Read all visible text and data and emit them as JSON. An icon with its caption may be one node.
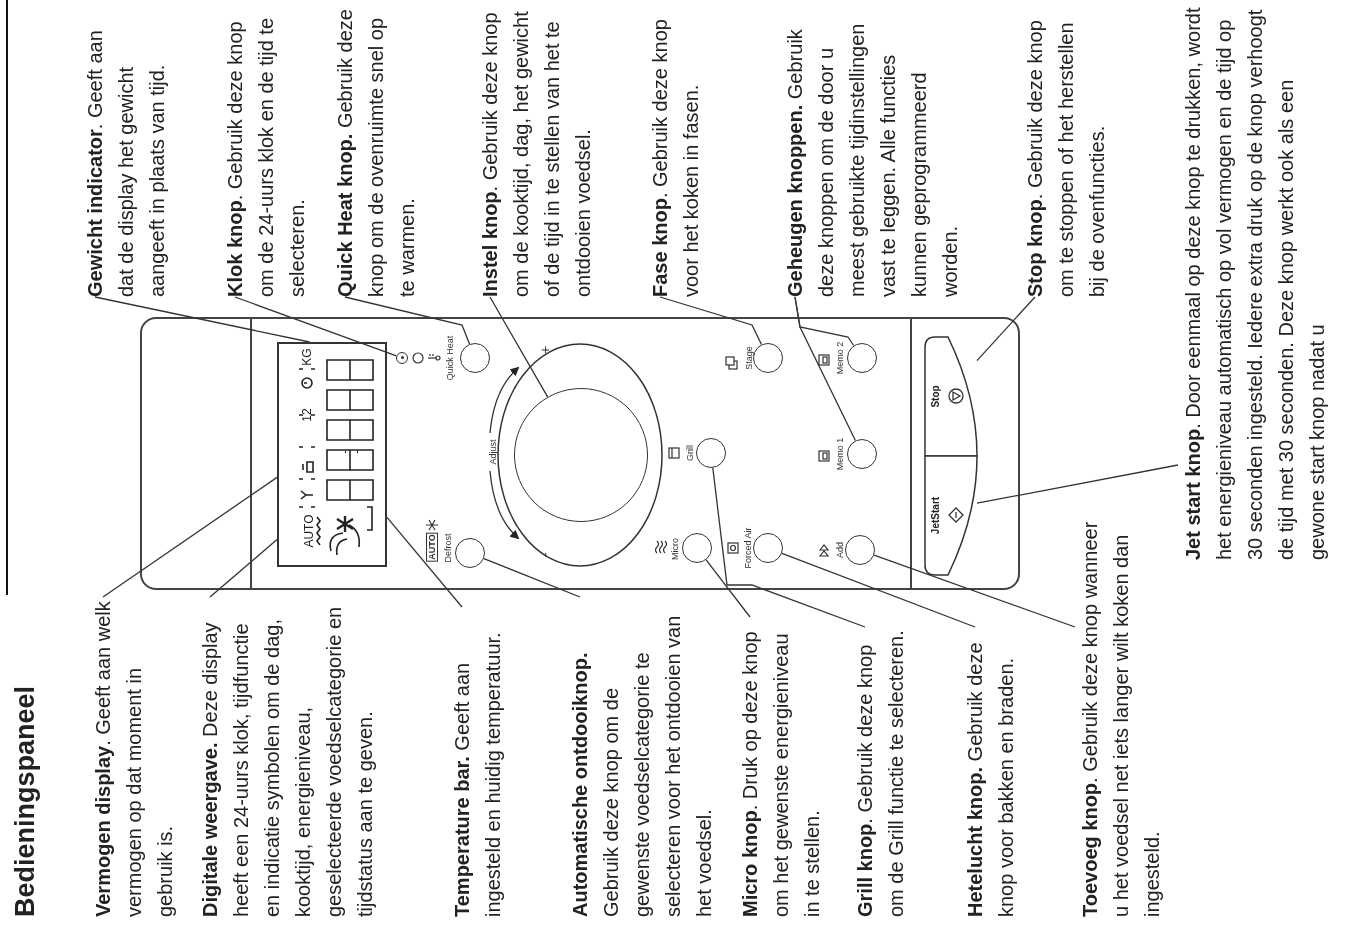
{
  "diagram": {
    "title": "Bedieningspaneel",
    "nodes": [
      {
        "text": [
          "**Vermogen display**. Geeft aan welk vermogen op dat moment in gebruik is."
        ]
      },
      {
        "text": [
          "**Digitale weergave.** Deze display heeft een 24-uurs klok, tijdfunctie en indicatie symbolen om de dag, kooktijd, energieniveau, geselecteerde voedselcategorie en tijdstatus aan te geven."
        ]
      },
      {
        "text": [
          "**Temperature bar.** Geeft aan ingesteld en huidig temperatuur."
        ]
      },
      {
        "text": [
          "**Automatische ontdooiknop.** Gebruik deze knop om de gewenste voedselcategorie te selecteren voor het ontdooien van het voedsel."
        ]
      },
      {
        "text": [
          "**Micro knop**. Druk op deze knop om het gewenste energieniveau in te stellen."
        ]
      },
      {
        "text": [
          "**Grill knop**. Gebruik deze knop om de Grill functie te selecteren."
        ]
      },
      {
        "text": [
          "**Hetelucht knop.** Gebruik deze knop voor bakken en braden."
        ]
      },
      {
        "text": [
          "**Toevoeg knop**. Gebruik deze knop wanneer u het voedsel net iets langer wilt koken dan ingesteld."
        ]
      },
      {
        "text": [
          "**Gewicht indicator**. Geeft aan dat de display het gewicht aangeeft in plaats van tijd."
        ]
      },
      {
        "text": [
          "**Klok knop**. Gebruik deze knop om de 24-uurs klok en de tijd te selecteren."
        ]
      },
      {
        "text": [
          "**Quick Heat knop.** Gebruik deze knop om de ovenruimte snel op te warmen."
        ]
      },
      {
        "text": [
          "**Instel knop**. Gebruik deze knop om de kooktijd, dag, het gewicht of de tijd in te stellen van het te ontdooien voedsel."
        ]
      },
      {
        "text": [
          "**Fase knop**. Gebruik deze knop voor het koken in fasen."
        ]
      },
      {
        "text": [
          "**Geheugen knoppen.** Gebruik deze knoppen om de door u meest gebruikte tijdinstellingen vast te leggen. Alle functies kunnen geprogrammeerd worden."
        ]
      },
      {
        "text": [
          "**Stop knop**. Gebruik deze knop om te stoppen of het herstellen bij de ovenfuncties."
        ]
      },
      {
        "text": [
          "**Jet start knop**. Door eenmaal op deze knop te drukken, wordt het energieniveau automatisch op vol vermogen en de tijd op 30 seconden ingesteld. Iedere extra druk op de knop verhoogt de tijd met 30 seconden. Deze knop werkt ook als een gewone start knop nadat u"
        ]
      },
      {
        "text": [],
        "shape": "box"
      },
      {
        "text": [
          "AUTO",
          "12",
          "KG"
        ],
        "in": 16
      },
      {
        "text": [],
        "shape": "circle",
        "in": 16,
        "beside": [
          "AUTO",
          "Defrost"
        ]
      },
      {
        "text": [],
        "shape": "circle",
        "in": 16,
        "beside": [
          "Quick Heat"
        ]
      },
      {
        "text": [],
        "shape": "circle",
        "in": 16
      },
      {
        "text": [],
        "shape": "circle",
        "in": 16,
        "beside": [
          "Adjust",
          "+",
          "-"
        ]
      },
      {
        "text": [],
        "shape": "circle",
        "in": 16,
        "beside": [
          "Grill"
        ]
      },
      {
        "text": [],
        "shape": "circle",
        "in": 16,
        "beside": [
          "Micro"
        ]
      },
      {
        "text": [],
        "shape": "circle",
        "in": 16,
        "beside": [
          "Forced Air"
        ]
      },
      {
        "text": [],
        "shape": "circle",
        "in": 16,
        "beside": [
          "Add"
        ]
      },
      {
        "text": [],
        "shape": "circle",
        "in": 16,
        "beside": [
          "Stage"
        ]
      },
      {
        "text": [],
        "shape": "circle",
        "in": 16,
        "beside": [
          "Memo 1"
        ]
      },
      {
        "text": [],
        "shape": "circle",
        "in": 16,
        "beside": [
          "Memo 2"
        ]
      },
      {
        "text": [
          "Stop"
        ],
        "in": 16
      },
      {
        "text": [
          "JetStart"
        ],
        "in": 16
      }
    ],
    "edges": [
      {
        "from": 0,
        "to": 17,
        "arrow": "none"
      },
      {
        "from": 1,
        "to": 17,
        "arrow": "none"
      },
      {
        "from": 2,
        "to": 17,
        "arrow": "none"
      },
      {
        "from": 3,
        "to": 18,
        "arrow": "none"
      },
      {
        "from": 4,
        "to": 23,
        "arrow": "none"
      },
      {
        "from": 5,
        "to": 22,
        "arrow": "none"
      },
      {
        "from": 6,
        "to": 24,
        "arrow": "none"
      },
      {
        "from": 7,
        "to": 25,
        "arrow": "none"
      },
      {
        "from": 8,
        "to": 17,
        "arrow": "none"
      },
      {
        "from": 9,
        "to": 20,
        "arrow": "none"
      },
      {
        "from": 10,
        "to": 19,
        "arrow": "none"
      },
      {
        "from": 11,
        "to": 21,
        "arrow": "none"
      },
      {
        "from": 12,
        "to": 26,
        "arrow": "none"
      },
      {
        "from": 13,
        "to": 27,
        "arrow": "none"
      },
      {
        "from": 13,
        "to": 28,
        "arrow": "none"
      },
      {
        "from": 14,
        "to": 29,
        "arrow": "none"
      },
      {
        "from": 15,
        "to": 30,
        "arrow": "none"
      }
    ]
  }
}
